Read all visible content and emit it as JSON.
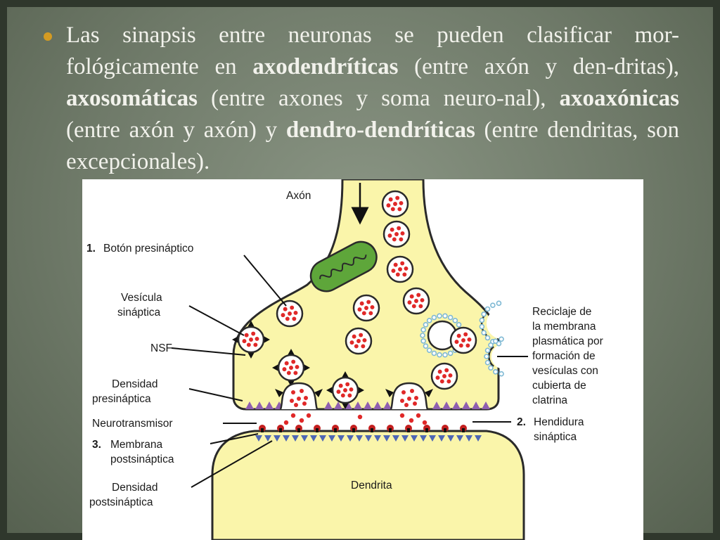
{
  "paragraph": {
    "p1": "Las sinapsis entre neuronas se pueden clasificar mor-fológicamente en ",
    "b1": "axodendríticas",
    "p2": " (entre axón y den-dritas), ",
    "b2": "axosomáticas",
    "p3": " (entre axones y soma neuro-nal), ",
    "b3": "axoaxónicas",
    "p4": " (entre axón y axón) y ",
    "b4": "dendro-dendríticas",
    "p5": " (entre dendritas, son excepcionales)."
  },
  "figure": {
    "axon": "Axón",
    "boton_num": "1.",
    "boton": "Botón presináptico",
    "vesicula_1": "Vesícula",
    "vesicula_2": "sináptica",
    "nsf": "NSF",
    "densidad_pre_1": "Densidad",
    "densidad_pre_2": "presináptica",
    "neurotransmisor": "Neurotransmisor",
    "membrana_num": "3.",
    "membrana_1": "Membrana",
    "membrana_2": "postsináptica",
    "densidad_post_1": "Densidad",
    "densidad_post_2": "postsináptica",
    "dendrita": "Dendrita",
    "reciclaje_1": "Reciclaje de",
    "reciclaje_2": "la membrana",
    "reciclaje_3": "plasmática por",
    "reciclaje_4": "formación de",
    "reciclaje_5": "vesículas con",
    "reciclaje_6": "cubierta de",
    "reciclaje_7": "clatrina",
    "hendidura_num": "2.",
    "hendidura_1": "Hendidura",
    "hendidura_2": "sináptica"
  },
  "colors": {
    "cytoplasm": "#faf5aa",
    "vesicle_dot": "#e02828",
    "mitochondria": "#5ea63a",
    "density_pre": "#8f5fb0",
    "density_post": "#4e67b5",
    "clathrin": "#7fb9d4",
    "bullet": "#d49b22"
  }
}
